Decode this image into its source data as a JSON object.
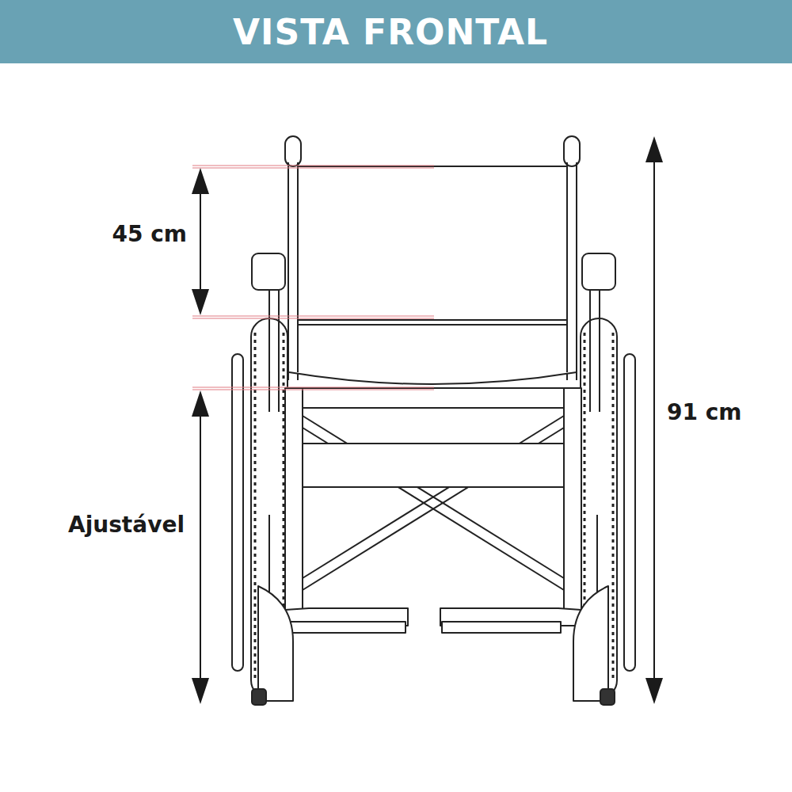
{
  "diagram": {
    "title": "VISTA FRONTAL",
    "labels": [
      "45 cm",
      "Ajustável",
      "91 cm"
    ]
  }
}
